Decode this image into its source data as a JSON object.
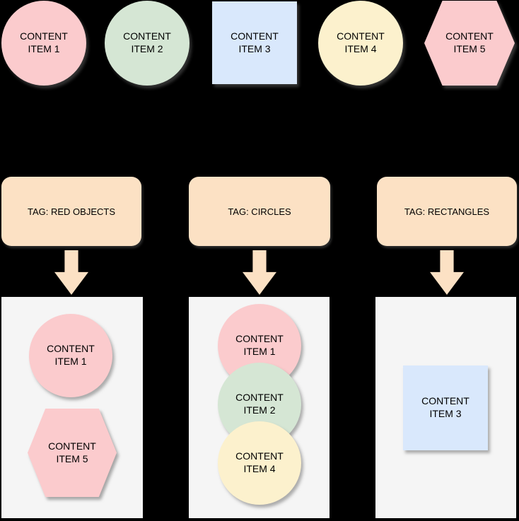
{
  "colors": {
    "pink": "#fbcbcd",
    "green": "#d5e6d4",
    "blue": "#d9e8fc",
    "yellow": "#fcf1cd",
    "peach": "#fce1c4",
    "container_gray": "#f5f5f5",
    "background": "#000000",
    "text": "#000000"
  },
  "top_items": [
    {
      "label": "CONTENT ITEM 1",
      "shape": "circle",
      "color_name": "pink"
    },
    {
      "label": "CONTENT ITEM 2",
      "shape": "circle",
      "color_name": "green"
    },
    {
      "label": "CONTENT ITEM 3",
      "shape": "square",
      "color_name": "blue"
    },
    {
      "label": "CONTENT ITEM 4",
      "shape": "circle",
      "color_name": "yellow"
    },
    {
      "label": "CONTENT ITEM 5",
      "shape": "hexagon",
      "color_name": "pink"
    }
  ],
  "tag_groups": [
    {
      "tag_label": "TAG: RED OBJECTS",
      "members": [
        {
          "label": "CONTENT ITEM 1",
          "shape": "circle",
          "color_name": "pink"
        },
        {
          "label": "CONTENT ITEM 5",
          "shape": "hexagon",
          "color_name": "pink"
        }
      ]
    },
    {
      "tag_label": "TAG: CIRCLES",
      "members": [
        {
          "label": "CONTENT ITEM 1",
          "shape": "circle",
          "color_name": "pink"
        },
        {
          "label": "CONTENT ITEM 2",
          "shape": "circle",
          "color_name": "green"
        },
        {
          "label": "CONTENT ITEM 4",
          "shape": "circle",
          "color_name": "yellow"
        }
      ]
    },
    {
      "tag_label": "TAG: RECTANGLES",
      "members": [
        {
          "label": "CONTENT ITEM 3",
          "shape": "square",
          "color_name": "blue"
        }
      ]
    }
  ]
}
